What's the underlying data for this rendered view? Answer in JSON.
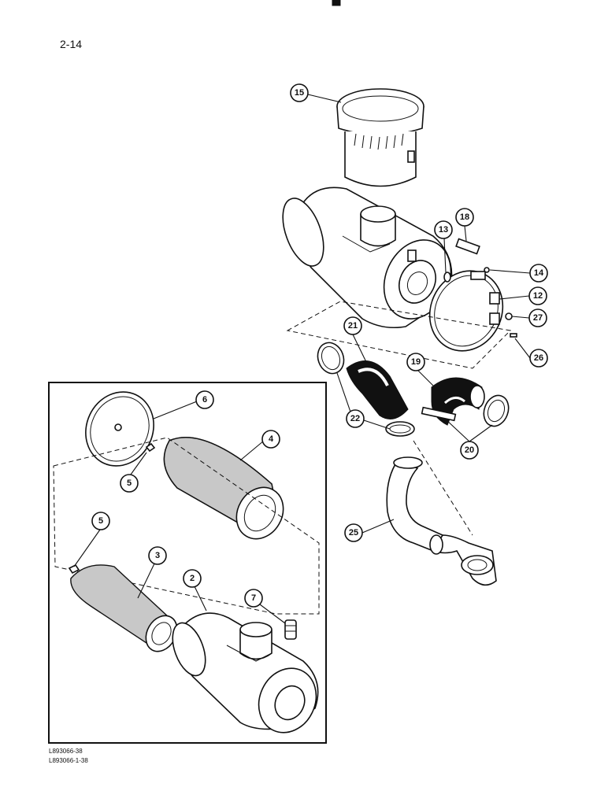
{
  "page": {
    "page_number": "2-14",
    "codes": [
      "L893066-38",
      "L893066-1-38"
    ]
  },
  "callouts": [
    "15",
    "18",
    "13",
    "14",
    "12",
    "27",
    "26",
    "21",
    "19",
    "22",
    "20",
    "25",
    "6",
    "4",
    "5",
    "5",
    "3",
    "2",
    "7"
  ]
}
